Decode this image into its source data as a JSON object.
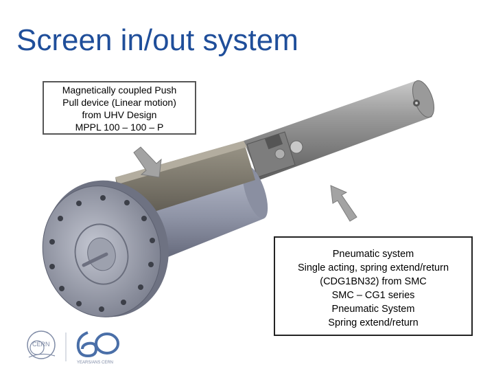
{
  "slide": {
    "title": "Screen in/out system"
  },
  "callouts": {
    "push_pull": {
      "lines": [
        "Magnetically coupled Push",
        "Pull device (Linear motion)",
        "from UHV Design",
        "MPPL 100 – 100 – P"
      ]
    },
    "pneumatic": {
      "lines": [
        "Pneumatic system",
        "Single acting, spring extend/return",
        "(CDG1BN32) from SMC",
        "SMC – CG1 series",
        "Pneumatic System",
        "Spring extend/return"
      ]
    }
  },
  "logos": {
    "cern_text": "CERN",
    "anniversary_text": "YEARS/ANS CERN"
  },
  "colors": {
    "title": "#1f4e9a",
    "arrow_fill": "#a0a0a0"
  }
}
